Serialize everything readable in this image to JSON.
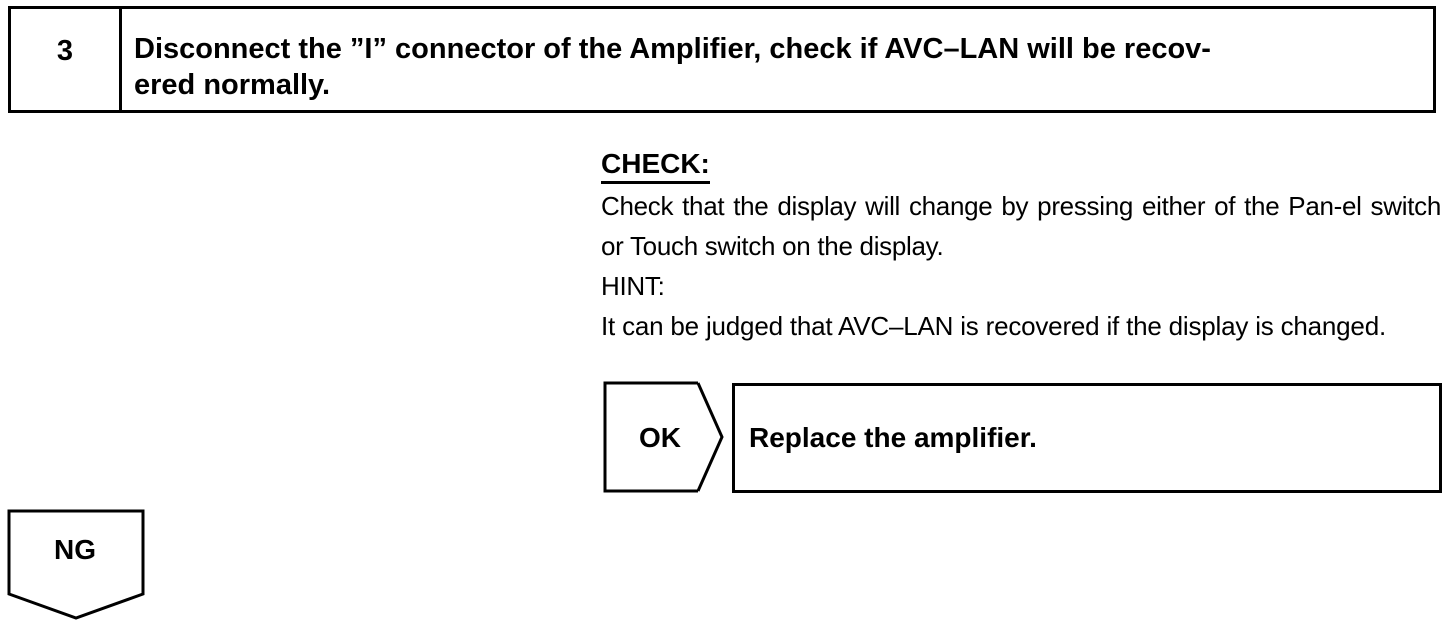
{
  "step": {
    "number": "3",
    "title": "Disconnect the ”I” connector of the Amplifier, check if AVC–LAN will be recov-ered normally."
  },
  "check": {
    "heading": "CHECK:",
    "text": "Check that the display will change by pressing either of the Pan-el switch or Touch switch on the display.",
    "hint_label": "HINT:",
    "hint_text": "It can be judged that AVC–LAN is recovered if the display is changed."
  },
  "ok_branch": {
    "label": "OK",
    "result": "Replace the amplifier."
  },
  "ng_branch": {
    "label": "NG"
  }
}
